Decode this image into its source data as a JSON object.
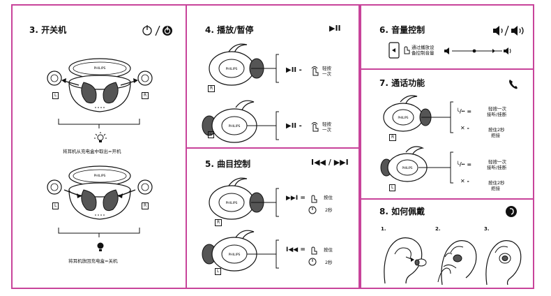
{
  "panel1": {
    "title": "3. 开关机",
    "power_icons": "power-on-off",
    "l_badge": "L",
    "r_badge": "R",
    "caption_top": "将耳机从充电盒中取出=开机",
    "caption_bottom": "将耳机放回充电盒=关机",
    "case_brand": "PHILIPS"
  },
  "panel2": {
    "section4_title": "4. 播放/暂停",
    "section4_icon": "▶II",
    "tap_once_1": "轻按一次",
    "tap_once_2": "轻按一次",
    "section5_title": "5. 曲目控制",
    "section5_icon": "I◀◀ / ▶▶I",
    "press_hold_1": "按住",
    "press_hold_1b": "2秒",
    "press_hold_2": "按住",
    "press_hold_2b": "2秒",
    "brand": "PHILIPS",
    "r_badge": "R",
    "l_badge": "L"
  },
  "panel3": {
    "section6_title": "6. 音量控制",
    "volume_text_1": "通过播放设",
    "volume_text_2": "备控制音量",
    "section7_title": "7. 通话功能",
    "call_r_tap": "轻按一次",
    "call_r_tap2": "接听/挂断",
    "call_r_hold": "按住2秒",
    "call_r_hold2": "拒接",
    "call_l_tap": "轻按一次",
    "call_l_tap2": "接听/挂断",
    "call_l_hold": "按住2秒",
    "call_l_hold2": "拒接",
    "section8_title": "8. 如何佩戴",
    "step1": "1.",
    "step2": "2.",
    "step3": "3.",
    "brand": "PHILIPS",
    "r_badge": "R",
    "l_badge": "L"
  }
}
